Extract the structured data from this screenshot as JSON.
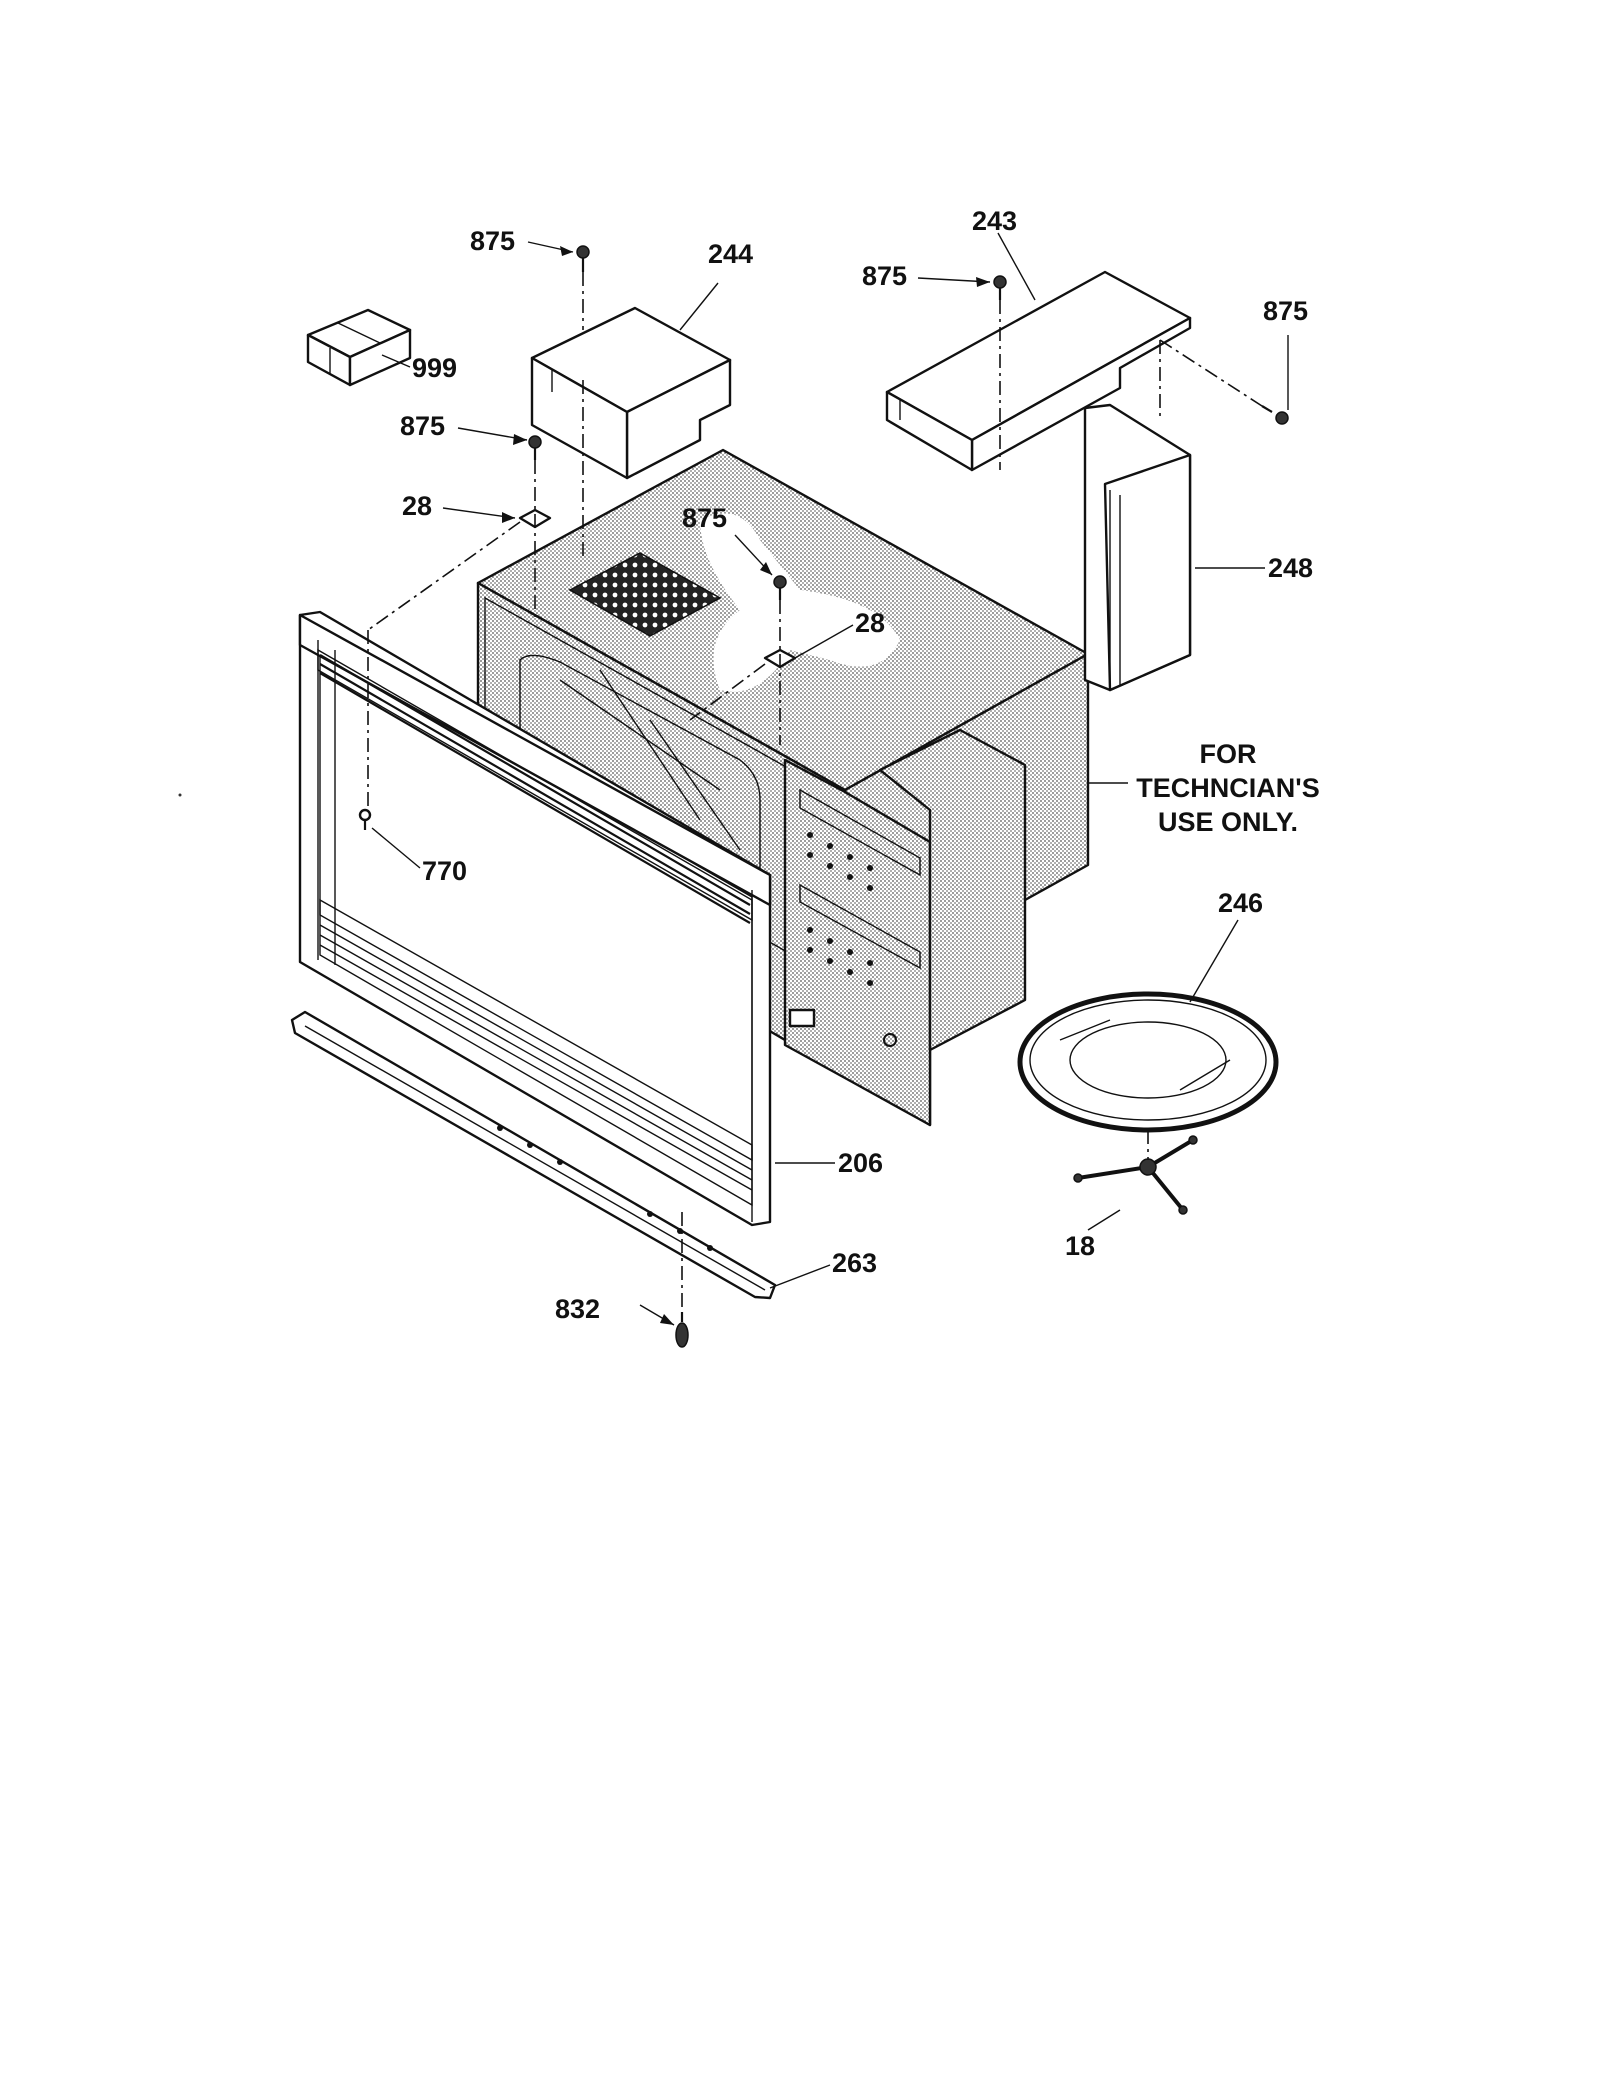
{
  "callouts": {
    "c875_a": "875",
    "c244": "244",
    "c243": "243",
    "c875_b": "875",
    "c875_c": "875",
    "c999": "999",
    "c875_d": "875",
    "c28_a": "28",
    "c875_e": "875",
    "c28_b": "28",
    "c248": "248",
    "c770": "770",
    "c246": "246",
    "c206": "206",
    "c263": "263",
    "c832": "832",
    "c18": "18"
  },
  "note": {
    "line1": "FOR",
    "line2": "TECHNCIAN'S",
    "line3": "USE ONLY."
  }
}
